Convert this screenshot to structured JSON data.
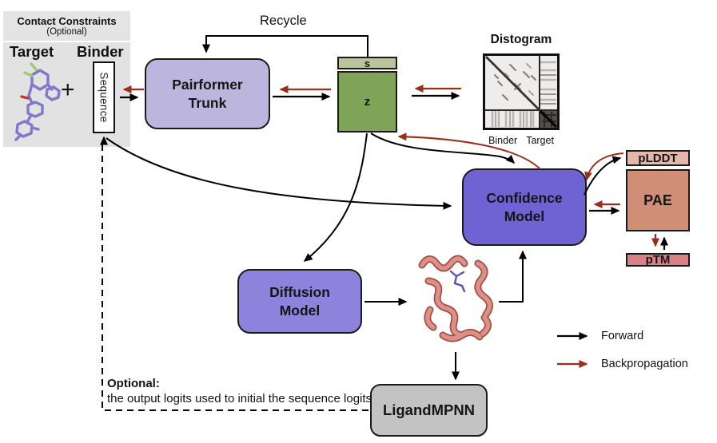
{
  "contact_panel": {
    "title": "Contact Constraints",
    "subtitle": "(Optional)",
    "target_label": "Target",
    "binder_label": "Binder",
    "plus_sign": "+",
    "sequence_label": "Sequence"
  },
  "recycle_label": "Recycle",
  "nodes": {
    "pairformer": "Pairformer Trunk",
    "s_token": "s",
    "z_token": "z",
    "confidence": "Confidence Model",
    "diffusion": "Diffusion Model",
    "ligand_mpnn": "LigandMPNN",
    "plddt": "pLDDT",
    "pae": "PAE",
    "ptm": "pTM"
  },
  "distogram": {
    "title": "Distogram",
    "axis_labels": [
      "Binder",
      "Target"
    ]
  },
  "optional_note": {
    "title": "Optional:",
    "text": "the output logits used to initial the sequence logits"
  },
  "legend": {
    "forward_label": "Forward",
    "backprop_label": "Backpropagation"
  },
  "colors": {
    "forward": "#000000",
    "backprop": "#9e2c1a",
    "panel-fill": "#e2e2e2",
    "pairformer-fill": "#bcb6de",
    "s-fill": "#b9c49a",
    "z-fill": "#7fa357",
    "confidence-fill": "#6f62d3",
    "diffusion-fill": "#8d83dc",
    "ligand-fill": "#c3c3c3",
    "plddt-fill": "#e3b8ab",
    "pae-fill": "#d08e77",
    "ptm-fill": "#d88288"
  }
}
